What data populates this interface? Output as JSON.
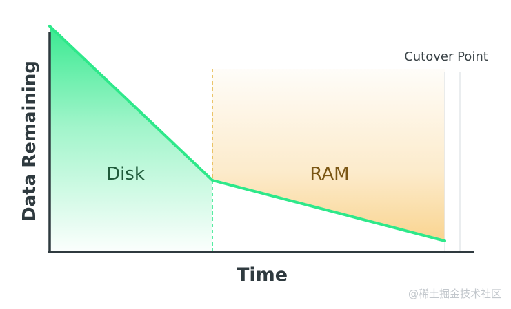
{
  "axes": {
    "y_label": "Data Remaining",
    "x_label": "Time"
  },
  "regions": {
    "disk_label": "Disk",
    "ram_label": "RAM"
  },
  "annotations": {
    "cutover_label": "Cutover Point"
  },
  "watermark": {
    "text": "@稀土掘金技术社区"
  },
  "colors": {
    "line": "#2ee88a",
    "disk_fill": "#2ee88a",
    "ram_fill": "#f7c66b",
    "axis": "#2f3a3f",
    "disk_text": "#1f5a3a",
    "ram_text": "#7a5614",
    "ram_divider": "#e6b84a",
    "disk_divider": "#2ee88a"
  }
}
